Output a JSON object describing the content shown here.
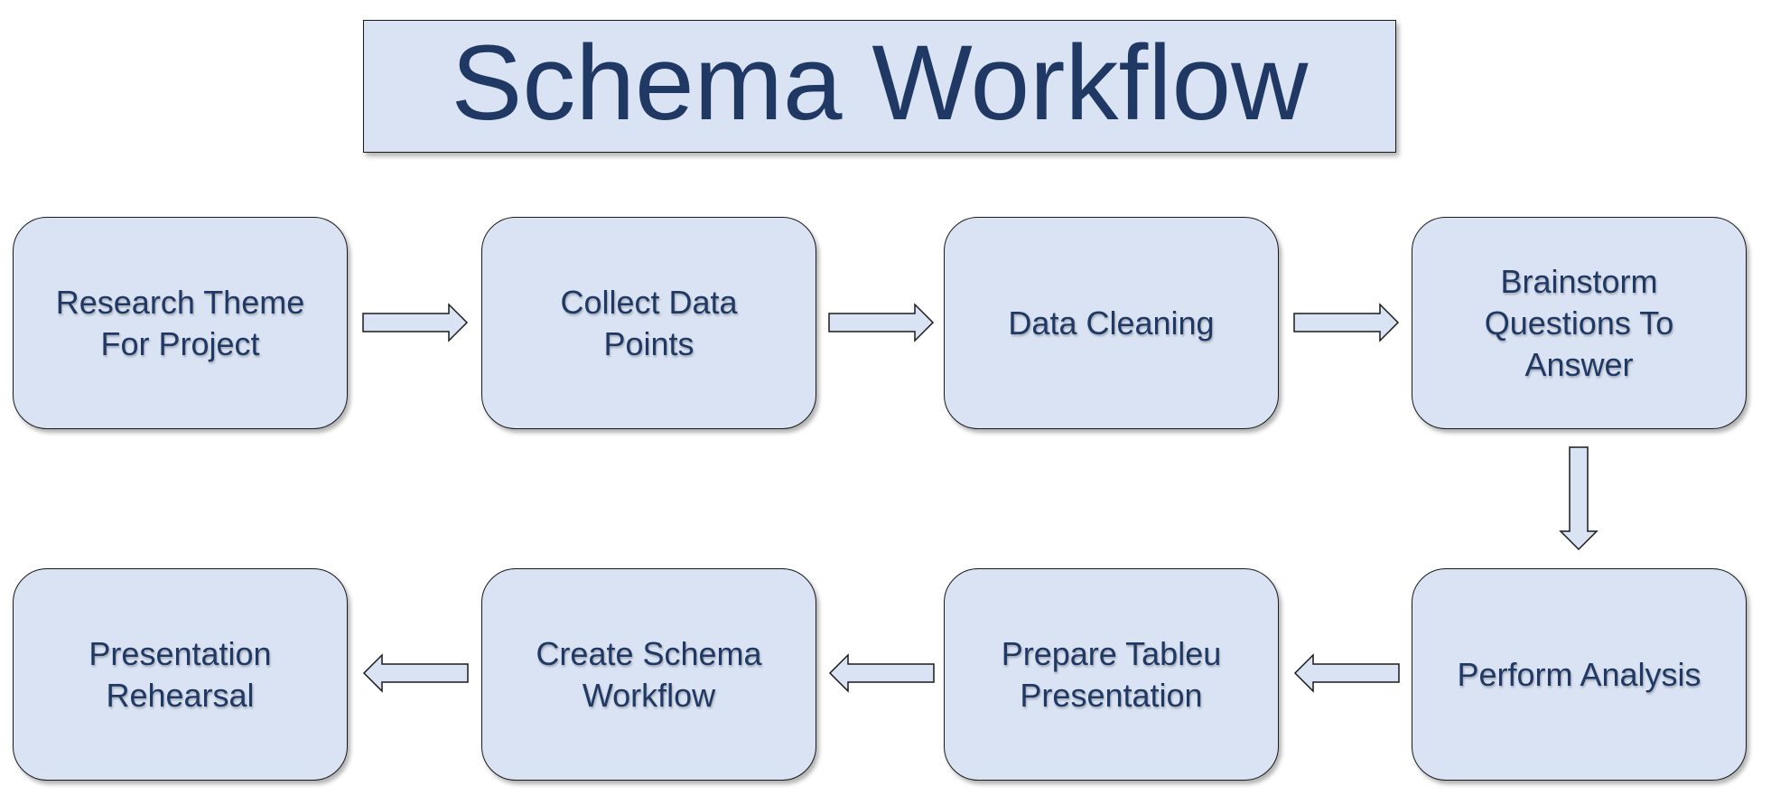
{
  "title": "Schema Workflow",
  "steps": [
    {
      "label": "Research Theme For Project"
    },
    {
      "label": "Collect Data Points"
    },
    {
      "label": "Data Cleaning"
    },
    {
      "label": "Brainstorm Questions To Answer"
    },
    {
      "label": "Perform Analysis"
    },
    {
      "label": "Prepare Tableu Presentation"
    },
    {
      "label": "Create Schema Workflow"
    },
    {
      "label": "Presentation Rehearsal"
    }
  ],
  "colors": {
    "box_fill": "#dae3f3",
    "text": "#203864",
    "border": "#1a1a1a"
  },
  "arrow_icons": [
    "arrow-right-icon",
    "arrow-right-icon",
    "arrow-right-icon",
    "arrow-down-icon",
    "arrow-left-icon",
    "arrow-left-icon",
    "arrow-left-icon"
  ]
}
